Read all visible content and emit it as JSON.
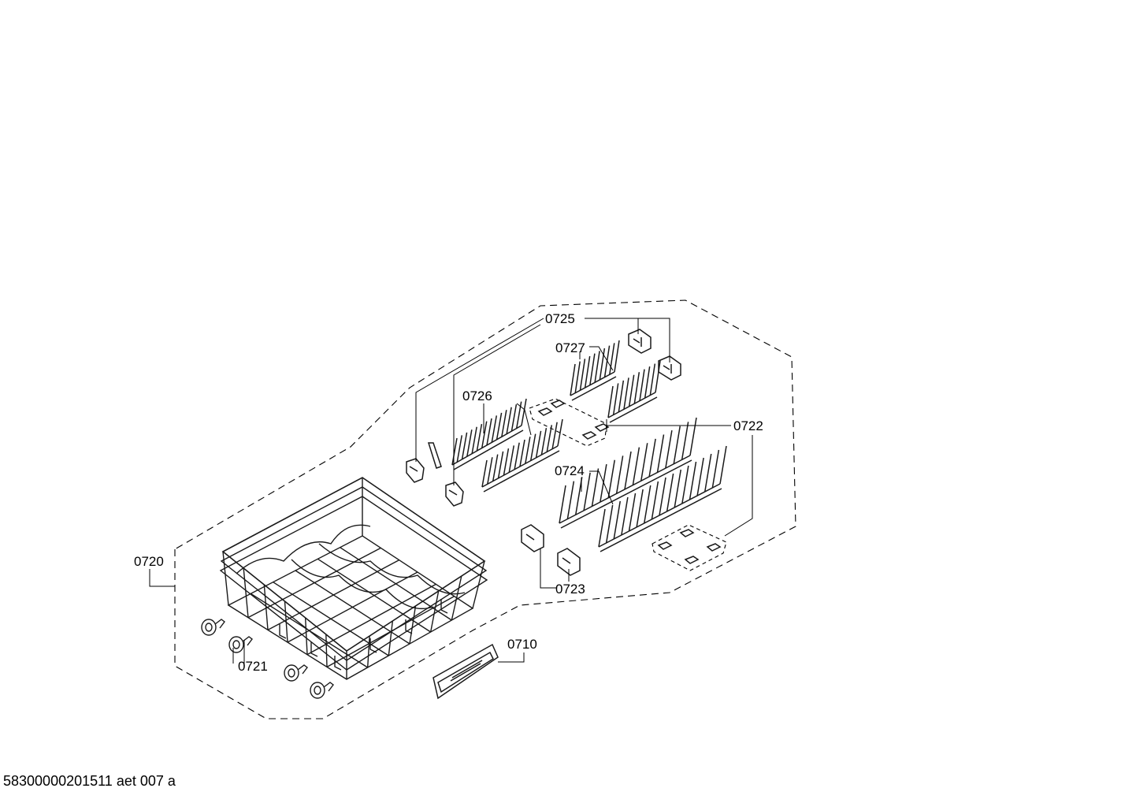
{
  "diagram": {
    "callouts": {
      "c0710": "0710",
      "c0720": "0720",
      "c0721": "0721",
      "c0722": "0722",
      "c0723": "0723",
      "c0724": "0724",
      "c0725": "0725",
      "c0726": "0726",
      "c0727": "0727"
    },
    "footer": "58300000201511 aet 007 a"
  }
}
